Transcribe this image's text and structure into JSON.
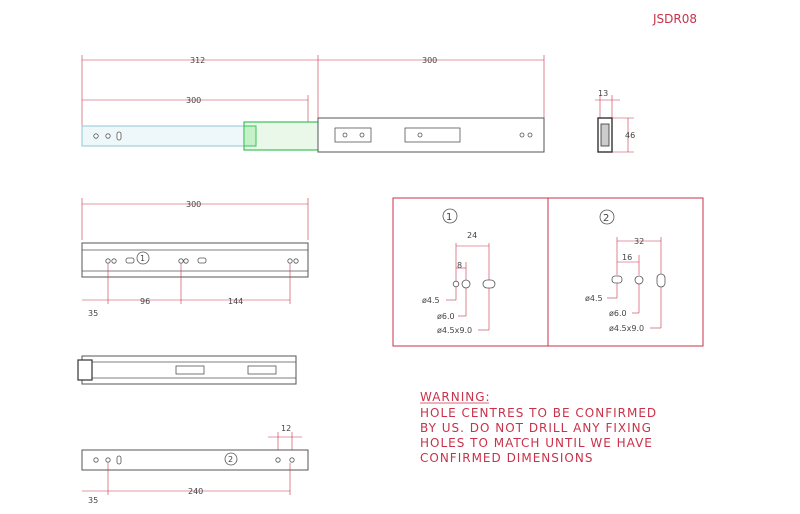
{
  "drawing_code": "JSDR08",
  "top_view": {
    "dim_overall": "312",
    "dim_left": "300",
    "dim_right": "300"
  },
  "side_view": {
    "dim_width": "13",
    "dim_height": "46"
  },
  "member_a": {
    "dim_length": "300",
    "hole_marker": "1",
    "dim_start": "35",
    "dim_mid": "96",
    "dim_end": "144"
  },
  "member_b": {
    "hole_marker": "2",
    "dim_start": "35",
    "dim_span": "240",
    "dim_end": "12"
  },
  "hole_detail_1": {
    "marker": "1",
    "dim_outer": "24",
    "dim_inner": "8",
    "hole_small": "ø4.5",
    "hole_medium": "ø6.0",
    "hole_slot": "ø4.5x9.0"
  },
  "hole_detail_2": {
    "marker": "2",
    "dim_outer": "32",
    "dim_inner": "16",
    "hole_small": "ø4.5",
    "hole_medium": "ø6.0",
    "hole_slot": "ø4.5x9.0"
  },
  "warning": {
    "title": "WARNING:",
    "lines": [
      "HOLE CENTRES TO BE CONFIRMED",
      "BY US. DO NOT DRILL ANY FIXING",
      "HOLES TO MATCH UNTIL WE HAVE",
      "CONFIRMED DIMENSIONS"
    ],
    "color": "#c8324a"
  }
}
